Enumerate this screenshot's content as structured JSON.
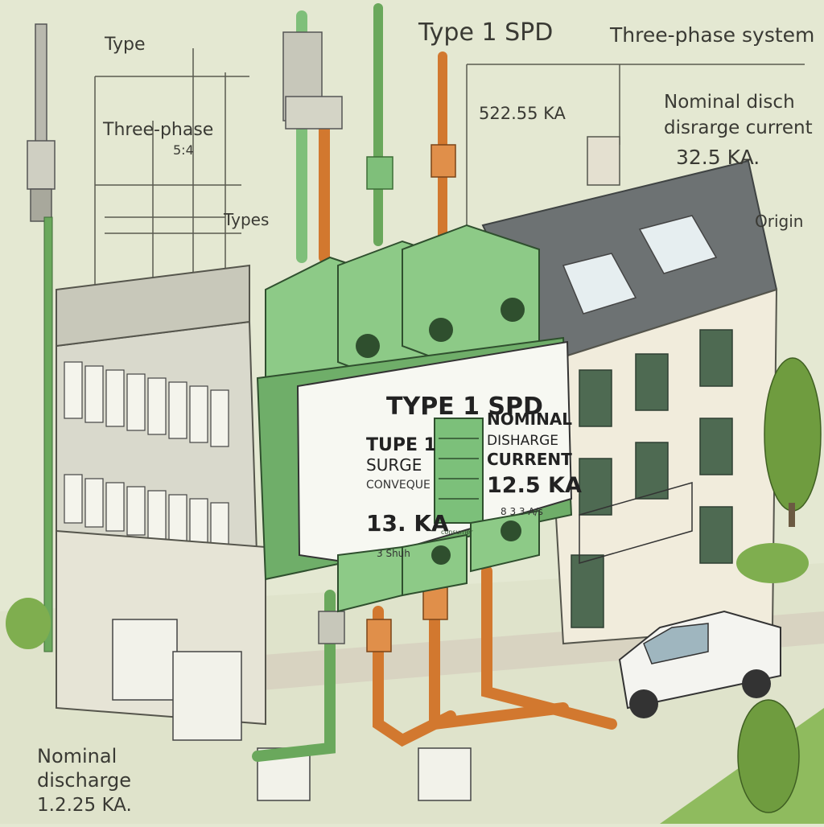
{
  "labels": {
    "top_title": "Type 1 SPD",
    "top_right": "Three-phase system",
    "sketch_type": "Type",
    "sketch_three_phase": "Three-phase",
    "sketch_types": "Types",
    "sketch_value": "5:4",
    "mid_value": "522.55 KA",
    "nominal_line1": "Nominal disch",
    "nominal_line2": "disrarge current",
    "nominal_value": "32.5 KA.",
    "origin": "Origin",
    "bottom_line1": "Nominal",
    "bottom_line2": "discharge",
    "bottom_value": "1.2.25 KA."
  },
  "device": {
    "title": "TYPE 1  SPD",
    "left_line1": "TUPE 1",
    "left_line2": "SURGE",
    "left_line3": "CONVEQUE",
    "left_value": "13. KA",
    "left_small": "3 Shuh",
    "right_line1": "NOMINAL",
    "right_line2": "DISHARGE",
    "right_line3": "CURRENT",
    "right_value": "12.5 KA",
    "right_small": "8 3 3 A/s",
    "indicator_label": "consumer"
  },
  "colors": {
    "background": "#e4e8d2",
    "device_green": "#7fbf7a",
    "device_dark": "#4f8c4e",
    "copper": "#d2782f",
    "house_wall": "#f1ecdc",
    "roof": "#6b7070"
  }
}
